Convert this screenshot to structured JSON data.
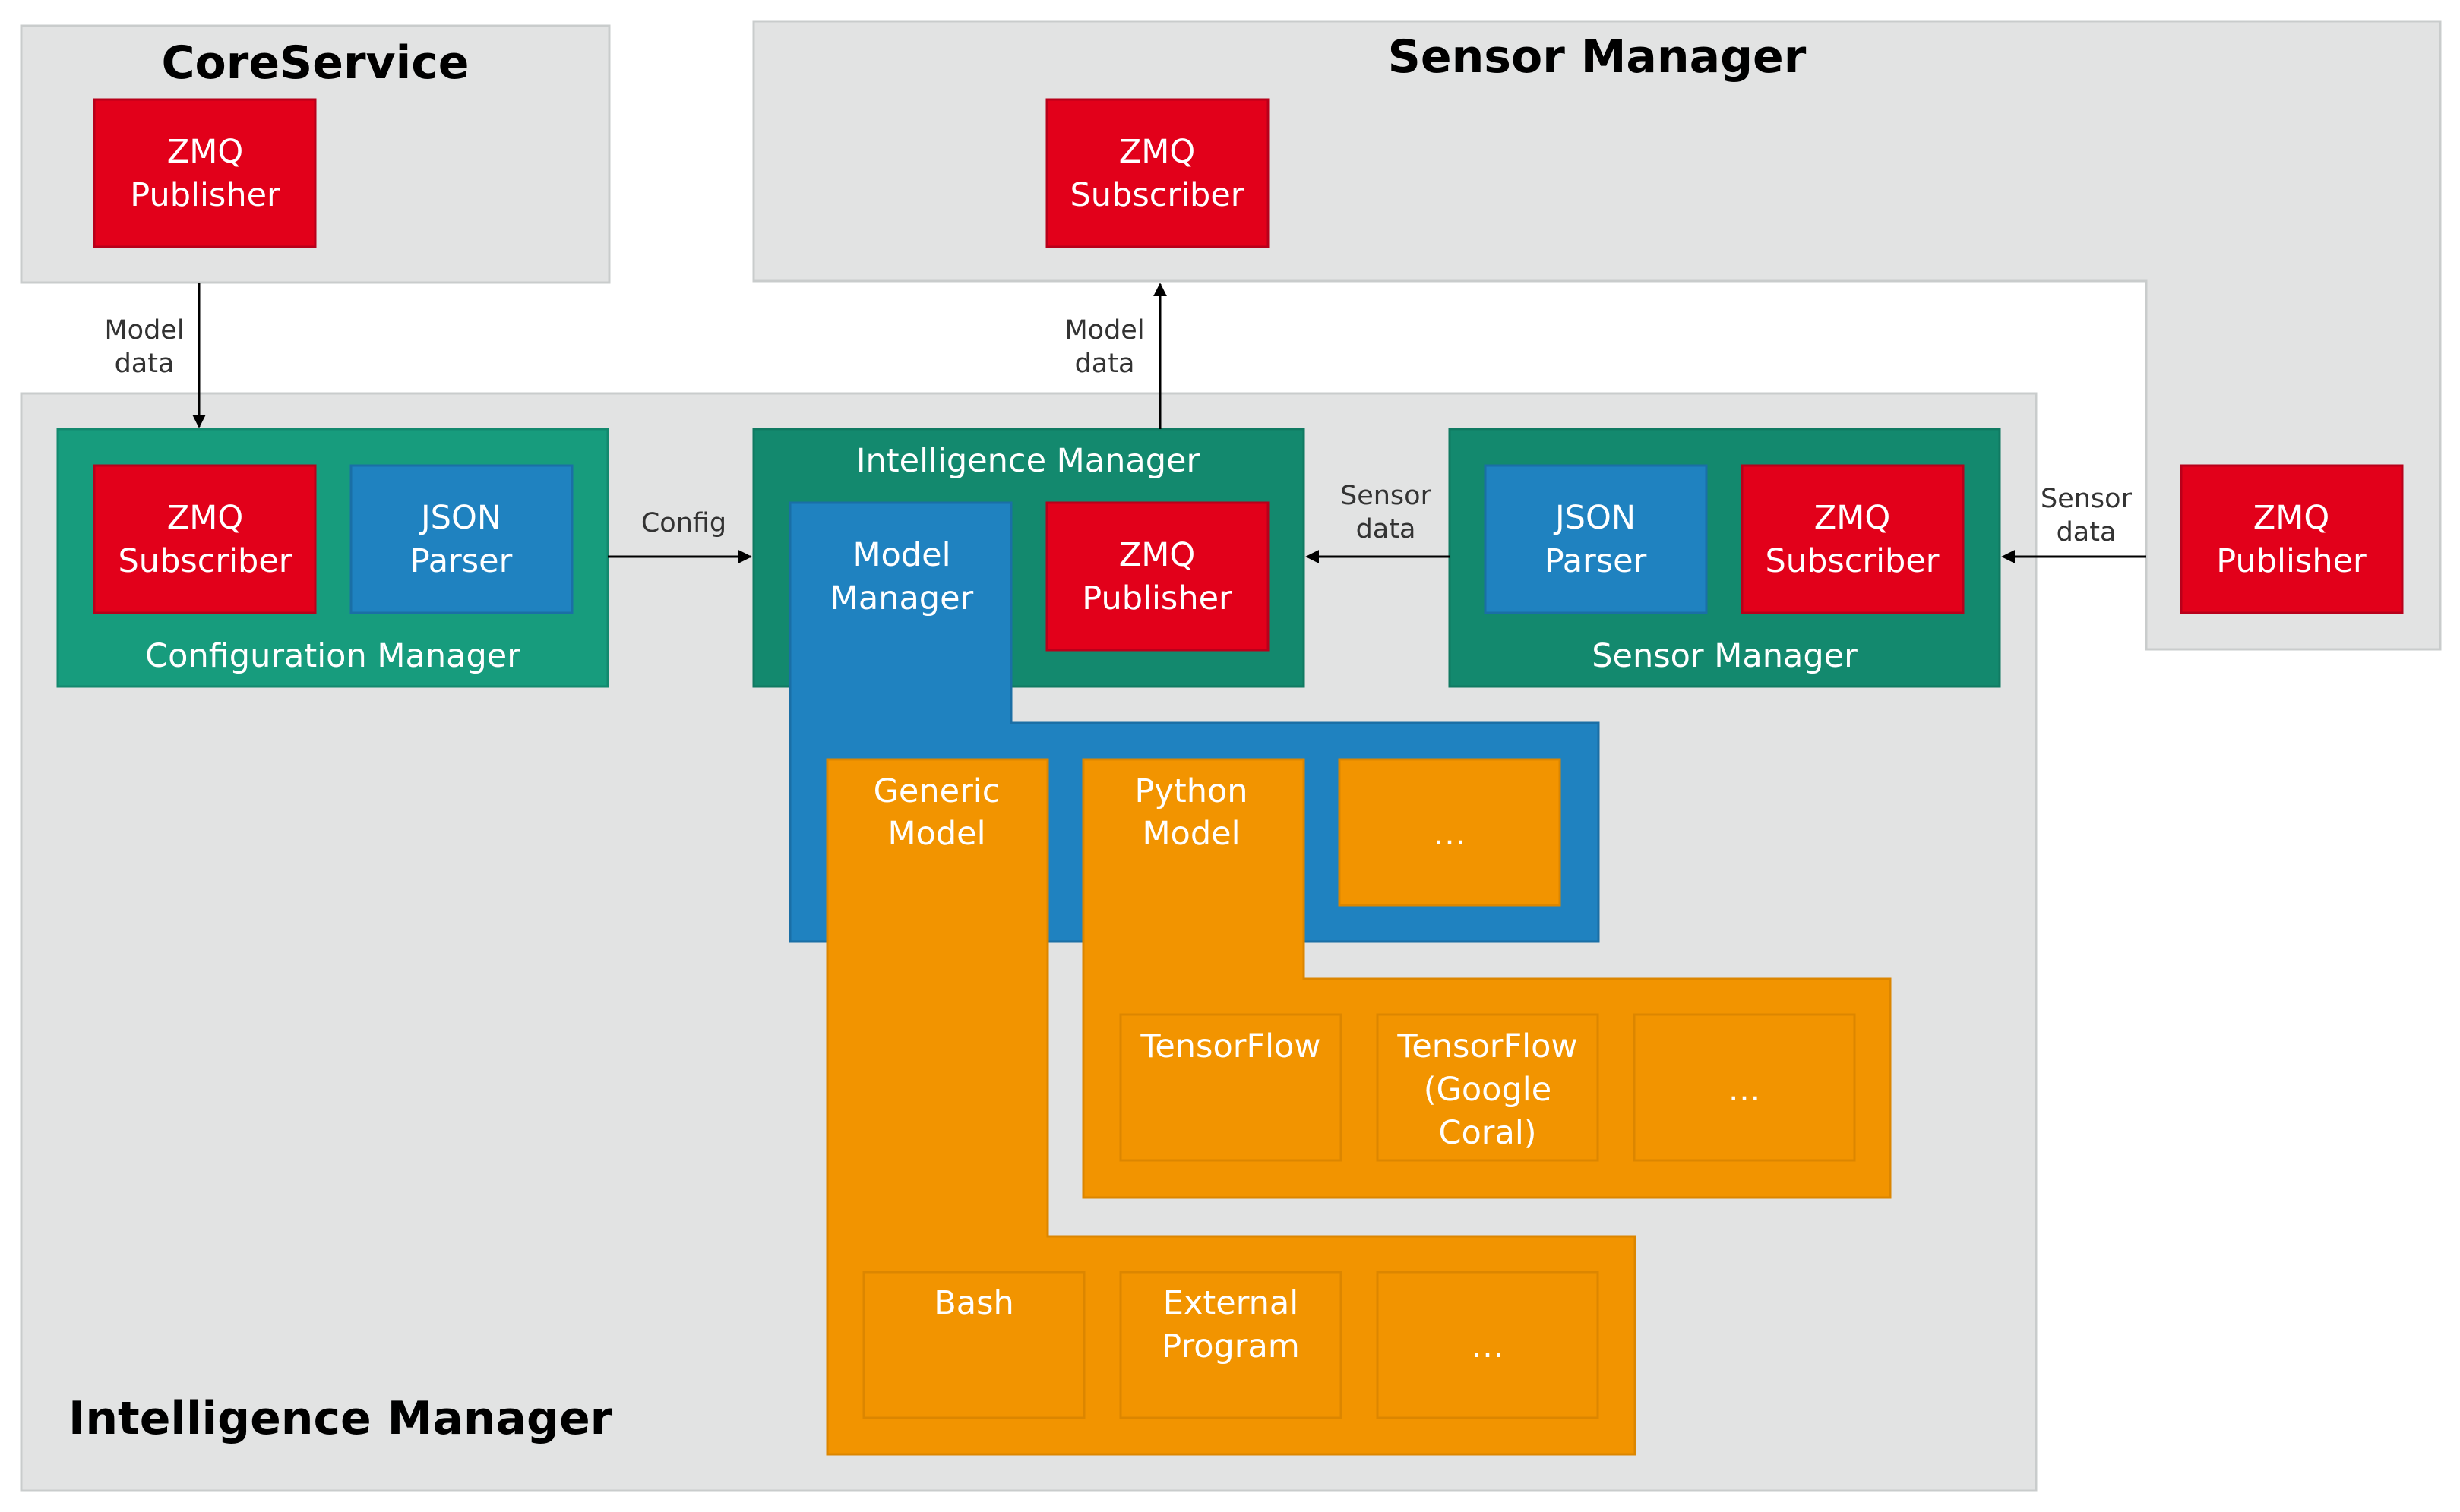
{
  "colors": {
    "container_bg": "#e2e3e3",
    "container_border": "#c9cccc",
    "zmq_red": "#e2001a",
    "json_blue": "#1f82c0",
    "teal": "#179c7d",
    "teal_dark": "#13896e",
    "orange": "#f29400",
    "orange_border": "#dc8600",
    "arrow": "#000000"
  },
  "core_service": {
    "title": "CoreService",
    "publisher": [
      "ZMQ",
      "Publisher"
    ]
  },
  "sensor_manager_top": {
    "title": "Sensor Manager",
    "subscriber": [
      "ZMQ",
      "Subscriber"
    ],
    "publisher": [
      "ZMQ",
      "Publisher"
    ]
  },
  "intelligence_manager_block": {
    "title": "Intelligence Manager",
    "configuration_manager": {
      "label": "Configuration Manager",
      "subscriber": [
        "ZMQ",
        "Subscriber"
      ],
      "parser": [
        "JSON",
        "Parser"
      ]
    },
    "intelligence_manager_inner": {
      "label": "Intelligence Manager",
      "model_manager": [
        "Model",
        "Manager"
      ],
      "publisher": [
        "ZMQ",
        "Publisher"
      ]
    },
    "sensor_manager_inner": {
      "label": "Sensor Manager",
      "parser": [
        "JSON",
        "Parser"
      ],
      "subscriber": [
        "ZMQ",
        "Subscriber"
      ]
    },
    "models": {
      "generic_model": [
        "Generic",
        "Model"
      ],
      "python_model": [
        "Python",
        "Model"
      ],
      "other_model": "…",
      "tensorflow": "TensorFlow",
      "tensorflow_coral": [
        "TensorFlow",
        "(Google",
        "Coral)"
      ],
      "python_other": "…",
      "bash": "Bash",
      "external_program": [
        "External",
        "Program"
      ],
      "generic_other": "…"
    }
  },
  "edges": {
    "model_data_in": [
      "Model",
      "data"
    ],
    "model_data_out": [
      "Model",
      "data"
    ],
    "config": "Config",
    "sensor_data_inner": [
      "Sensor",
      "data"
    ],
    "sensor_data_outer": [
      "Sensor",
      "data"
    ]
  }
}
